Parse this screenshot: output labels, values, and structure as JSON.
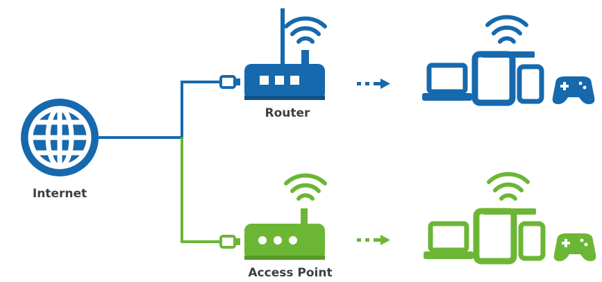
{
  "labels": {
    "internet": "Internet",
    "router": "Router",
    "access_point": "Access Point"
  },
  "colors": {
    "router_blue": "#1669ad",
    "access_point_green": "#6cb636",
    "label_text": "#3b3f44"
  },
  "icons": {
    "internet": "globe-icon",
    "router": "router-icon",
    "access_point": "access-point-icon",
    "wifi": "wifi-icon",
    "devices": [
      "laptop-icon",
      "tablet-icon",
      "phone-icon",
      "gamepad-icon"
    ],
    "connector": "ethernet-plug-icon",
    "flow": "dashed-arrow-icon"
  }
}
